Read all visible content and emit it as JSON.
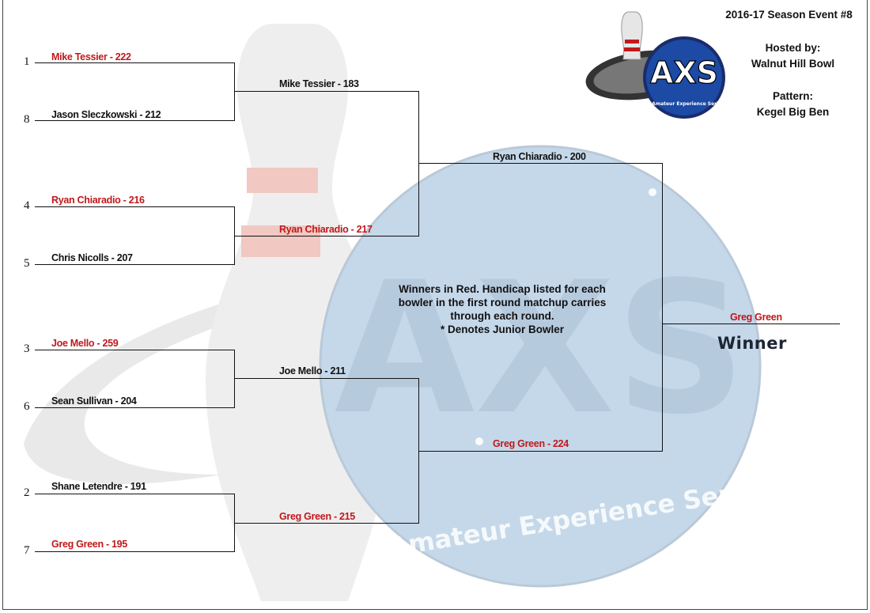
{
  "header": {
    "event": "2016-17 Season Event #8",
    "hosted_label": "Hosted by:",
    "host": "Walnut Hill Bowl",
    "pattern_label": "Pattern:",
    "pattern": "Kegel Big Ben"
  },
  "logo": {
    "text": "AXS",
    "subtitle": "Amateur Experience Series",
    "watermark_subtitle": "Amateur Experience Series"
  },
  "seeds": [
    "1",
    "8",
    "4",
    "5",
    "3",
    "6",
    "2",
    "7"
  ],
  "round1": [
    {
      "name": "Mike Tessier - 222",
      "winner": true
    },
    {
      "name": "Jason Sleczkowski - 212",
      "winner": false
    },
    {
      "name": "Ryan Chiaradio - 216",
      "winner": true
    },
    {
      "name": "Chris Nicolls - 207",
      "winner": false
    },
    {
      "name": "Joe Mello - 259",
      "winner": true
    },
    {
      "name": "Sean Sullivan - 204",
      "winner": false
    },
    {
      "name": "Shane Letendre - 191",
      "winner": false
    },
    {
      "name": "Greg Green - 195",
      "winner": true
    }
  ],
  "round2": [
    {
      "name": "Mike Tessier - 183",
      "winner": false
    },
    {
      "name": "Ryan Chiaradio - 217",
      "winner": true
    },
    {
      "name": "Joe Mello - 211",
      "winner": false
    },
    {
      "name": "Greg Green - 215",
      "winner": true
    }
  ],
  "round3": [
    {
      "name": "Ryan Chiaradio - 200",
      "winner": false
    },
    {
      "name": "Greg Green - 224",
      "winner": true
    }
  ],
  "final": {
    "name": "Greg Green",
    "label": "Winner"
  },
  "notes": {
    "line1": "Winners in Red.  Handicap listed for each",
    "line2": "bowler in the first round matchup carries",
    "line3": "through each round.",
    "line4": "* Denotes Junior Bowler"
  },
  "colors": {
    "winner": "#c0181b",
    "text": "#111111",
    "watermark": "#c5d8ea"
  }
}
